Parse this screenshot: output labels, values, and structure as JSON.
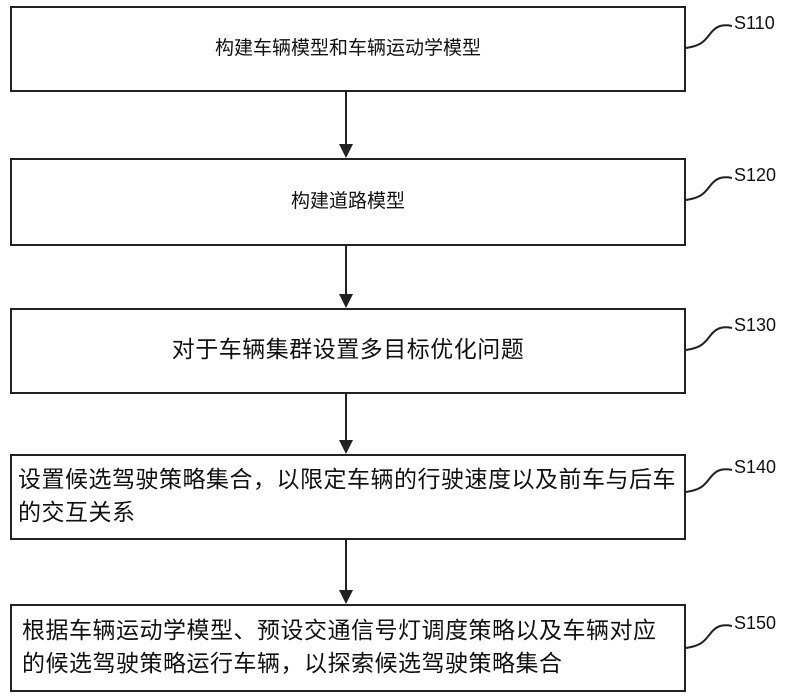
{
  "steps": [
    {
      "id": "S110",
      "text": "构建车辆模型和车辆运动学模型"
    },
    {
      "id": "S120",
      "text": "构建道路模型"
    },
    {
      "id": "S130",
      "text": "对于车辆集群设置多目标优化问题"
    },
    {
      "id": "S140",
      "text": "设置候选驾驶策略集合，以限定车辆的行驶速度以及前车与后车的交互关系"
    },
    {
      "id": "S150",
      "text": "根据车辆运动学模型、预设交通信号灯调度策略以及车辆对应的候选驾驶策略运行车辆，以探索候选驾驶策略集合"
    }
  ]
}
